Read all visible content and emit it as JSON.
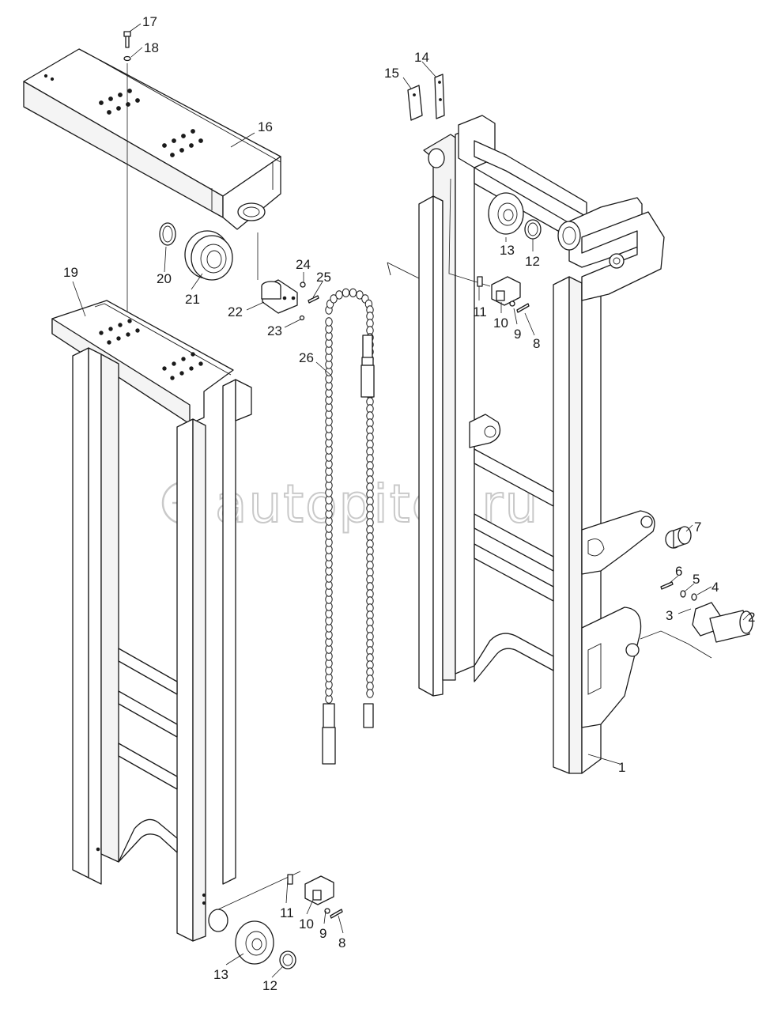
{
  "watermark": {
    "text": "autopiter.ru",
    "color": "#c9c9c9"
  },
  "callouts": [
    {
      "id": "c17",
      "label": "17"
    },
    {
      "id": "c18",
      "label": "18"
    },
    {
      "id": "c16",
      "label": "16"
    },
    {
      "id": "c20",
      "label": "20"
    },
    {
      "id": "c21",
      "label": "21"
    },
    {
      "id": "c19",
      "label": "19"
    },
    {
      "id": "c24",
      "label": "24"
    },
    {
      "id": "c25",
      "label": "25"
    },
    {
      "id": "c22",
      "label": "22"
    },
    {
      "id": "c23",
      "label": "23"
    },
    {
      "id": "c26",
      "label": "26"
    },
    {
      "id": "c15",
      "label": "15"
    },
    {
      "id": "c14",
      "label": "14"
    },
    {
      "id": "c13a",
      "label": "13"
    },
    {
      "id": "c12a",
      "label": "12"
    },
    {
      "id": "c11a",
      "label": "11"
    },
    {
      "id": "c10a",
      "label": "10"
    },
    {
      "id": "c9a",
      "label": "9"
    },
    {
      "id": "c8a",
      "label": "8"
    },
    {
      "id": "c7",
      "label": "7"
    },
    {
      "id": "c6",
      "label": "6"
    },
    {
      "id": "c5",
      "label": "5"
    },
    {
      "id": "c4",
      "label": "4"
    },
    {
      "id": "c3",
      "label": "3"
    },
    {
      "id": "c2",
      "label": "2"
    },
    {
      "id": "c1",
      "label": "1"
    },
    {
      "id": "c11b",
      "label": "11"
    },
    {
      "id": "c10b",
      "label": "10"
    },
    {
      "id": "c9b",
      "label": "9"
    },
    {
      "id": "c8b",
      "label": "8"
    },
    {
      "id": "c13b",
      "label": "13"
    },
    {
      "id": "c12b",
      "label": "12"
    }
  ]
}
